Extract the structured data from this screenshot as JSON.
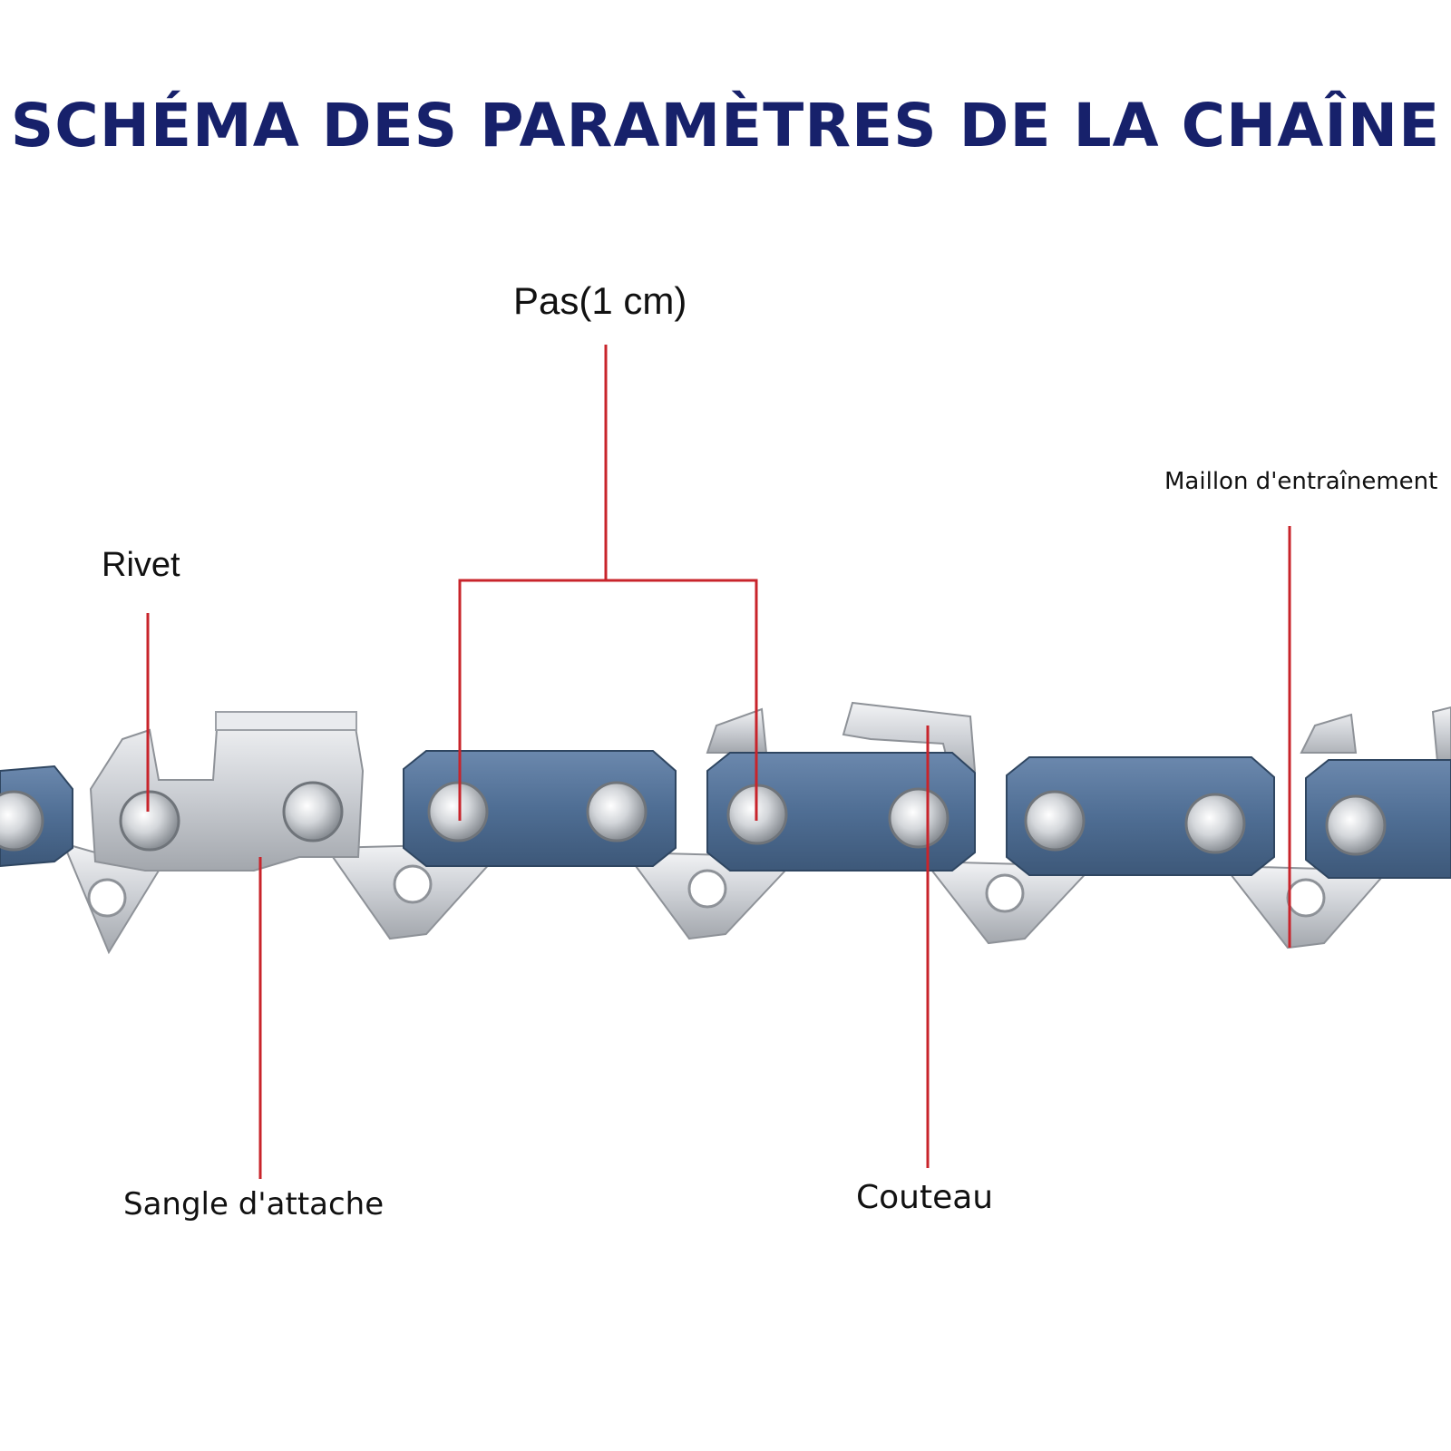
{
  "title": "SCHÉMA DES PARAMÈTRES DE LA CHAÎNE",
  "labels": {
    "pas": "Pas(1 cm)",
    "rivet": "Rivet",
    "maillon": "Maillon d'entraînement",
    "sangle": "Sangle d'attache",
    "couteau": "Couteau"
  },
  "colors": {
    "title": "#17216b",
    "leader_line": "#c8242b",
    "steel": "#c9ccd1",
    "steel_dark": "#8e9298",
    "blue_link": "#4f6e94",
    "blue_link_dark": "#3d5879",
    "background": "#ffffff"
  }
}
